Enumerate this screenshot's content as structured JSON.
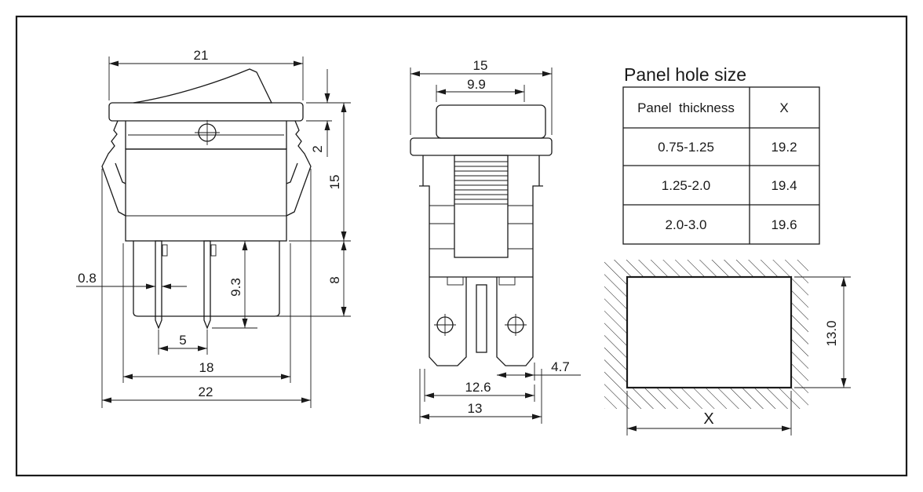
{
  "diagram": {
    "front_view": {
      "dim_top_width": "21",
      "dim_rocker_gap": "2",
      "dim_body_height": "15",
      "dim_pin_height": "8",
      "dim_pin_length": "9.3",
      "dim_pin_width": "0.8",
      "dim_pin_pitch": "5",
      "dim_body_width": "18",
      "dim_overall_width": "22"
    },
    "side_view": {
      "dim_top_width": "15",
      "dim_rocker_width": "9.9",
      "dim_terminal_span": "12.6",
      "dim_base_width": "13",
      "dim_terminal_width": "4.7"
    },
    "panel": {
      "title": "Panel hole size",
      "table": {
        "headers": [
          "Panel  thickness",
          "X"
        ],
        "rows": [
          [
            "0.75-1.25",
            "19.2"
          ],
          [
            "1.25-2.0",
            "19.4"
          ],
          [
            "2.0-3.0",
            "19.6"
          ]
        ]
      },
      "hole_height": "13.0",
      "hole_width_label": "X"
    }
  }
}
